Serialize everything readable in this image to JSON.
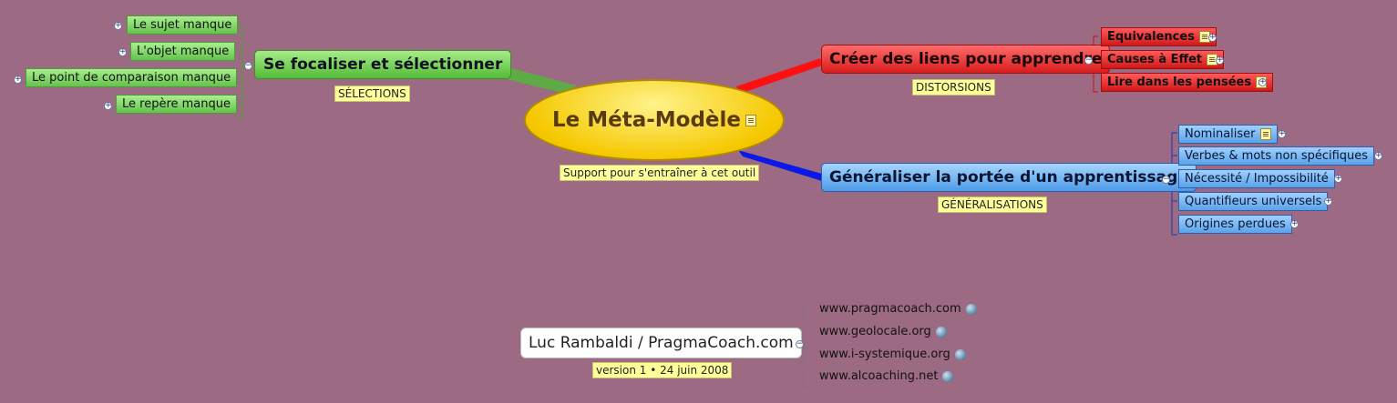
{
  "central": {
    "title": "Le Méta-Modèle",
    "label": "Support pour s'entraîner à cet outil"
  },
  "left": {
    "title": "Se focaliser et sélectionner",
    "label": "SÉLECTIONS",
    "items": [
      "Le sujet manque",
      "L'objet manque",
      "Le point de comparaison manque",
      "Le repère manque"
    ]
  },
  "red": {
    "title": "Créer des liens pour apprendre",
    "label": "DISTORSIONS",
    "items": [
      "Equivalences",
      "Causes à Effet",
      "Lire dans les pensées"
    ]
  },
  "blue": {
    "title": "Généraliser la portée d'un apprentissage",
    "label": "GÉNÉRALISATIONS",
    "items": [
      "Nominaliser",
      "Verbes & mots non spécifiques",
      "Nécessité / Impossibilité",
      "Quantifieurs universels",
      "Origines perdues"
    ]
  },
  "author": {
    "title": "Luc Rambaldi / PragmaCoach.com",
    "label": "version 1 • 24 juin 2008",
    "links": [
      "www.pragmacoach.com",
      "www.geolocale.org",
      "www.i-systemique.org",
      "www.alcoaching.net"
    ]
  },
  "icons": {
    "note": "note-icon",
    "link": "globe-icon",
    "collapse": "minus-toggle",
    "expand": "plus-toggle"
  },
  "colors": {
    "background": "#9c6b83",
    "green": "#54bb38",
    "red": "#d81c1c",
    "blue": "#4e9be8",
    "central": "#f5c800"
  }
}
